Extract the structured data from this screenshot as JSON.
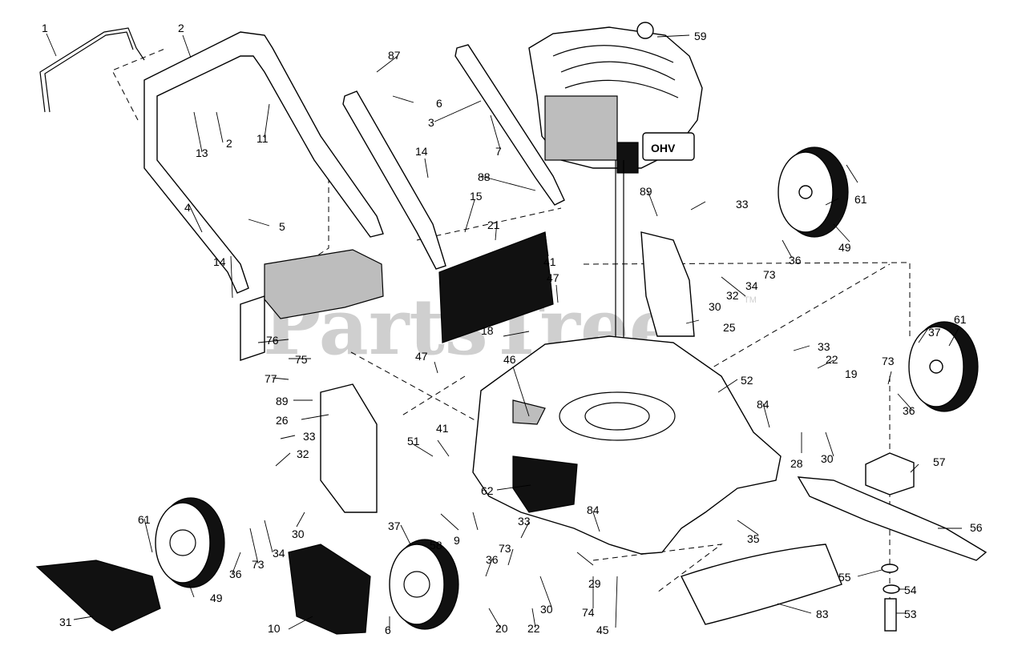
{
  "watermark": {
    "text": "PartsTree",
    "trademark": "TM"
  },
  "engine_label": "OHV",
  "callouts": {
    "c1": "1",
    "c2": "2",
    "c2b": "2",
    "c3": "3",
    "c4": "4",
    "c5": "5",
    "c6": "6",
    "c6b": "6",
    "c7": "7",
    "c9": "9",
    "c10": "10",
    "c11": "11",
    "c13": "13",
    "c14": "14",
    "c14b": "14",
    "c15": "15",
    "c18": "18",
    "c19": "19",
    "c20": "20",
    "c21": "21",
    "c22": "22",
    "c22b": "22",
    "c25": "25",
    "c26": "26",
    "c28": "28",
    "c29": "29",
    "c30": "30",
    "c30b": "30",
    "c30c": "30",
    "c30d": "30",
    "c31": "31",
    "c32": "32",
    "c32b": "32",
    "c33": "33",
    "c33b": "33",
    "c33c": "33",
    "c33d": "33",
    "c34": "34",
    "c34b": "34",
    "c35": "35",
    "c36": "36",
    "c36b": "36",
    "c36c": "36",
    "c36d": "36",
    "c37": "37",
    "c37b": "37",
    "c41": "41",
    "c41b": "41",
    "c45": "45",
    "c46": "46",
    "c47": "47",
    "c47b": "47",
    "c49": "49",
    "c49b": "49",
    "c51": "51",
    "c52": "52",
    "c53": "53",
    "c54": "54",
    "c55": "55",
    "c56": "56",
    "c57": "57",
    "c58": "58",
    "c59": "59",
    "c61": "61",
    "c61b": "61",
    "c61c": "61",
    "c62": "62",
    "c73": "73",
    "c73b": "73",
    "c73c": "73",
    "c73d": "73",
    "c74": "74",
    "c75": "75",
    "c76": "76",
    "c77": "77",
    "c83": "83",
    "c84": "84",
    "c84b": "84",
    "c87": "87",
    "c88": "88",
    "c89": "89",
    "c89b": "89"
  }
}
